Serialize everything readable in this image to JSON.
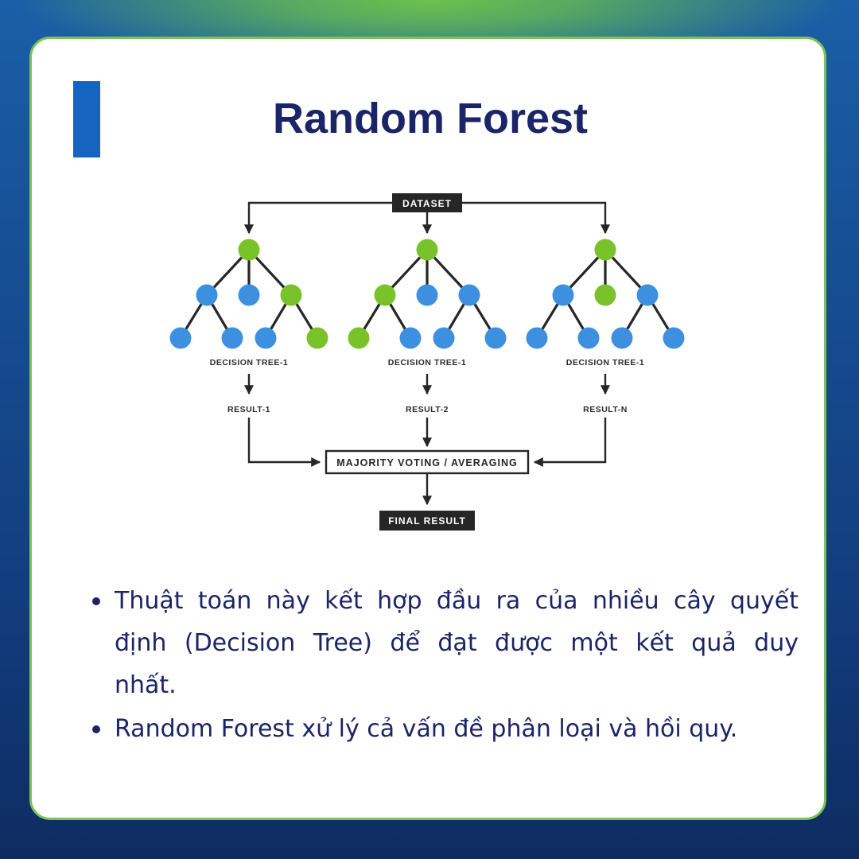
{
  "title": "Random Forest",
  "diagram": {
    "dataset_label": "DATASET",
    "trees": [
      {
        "label": "DECISION TREE-1",
        "result": "RESULT-1",
        "node_colors": [
          "green",
          "blue",
          "blue",
          "green",
          "blue",
          "blue",
          "blue",
          "green"
        ]
      },
      {
        "label": "DECISION TREE-1",
        "result": "RESULT-2",
        "node_colors": [
          "green",
          "green",
          "blue",
          "blue",
          "green",
          "blue",
          "blue",
          "blue"
        ]
      },
      {
        "label": "DECISION TREE-1",
        "result": "RESULT-N",
        "node_colors": [
          "green",
          "blue",
          "green",
          "blue",
          "blue",
          "blue",
          "blue",
          "blue"
        ]
      }
    ],
    "aggregate_label": "MAJORITY VOTING / AVERAGING",
    "final_label": "FINAL RESULT"
  },
  "bullets": [
    "Thuật toán này kết hợp đầu ra của nhiều cây quyết định (Decision Tree) để đạt được một kết quả duy nhất.",
    "Random Forest xử lý cả vấn đề phân loại và hồi quy."
  ],
  "colors": {
    "node_blue": "#3d8fe0",
    "node_green": "#79c22a",
    "title": "#1b2467",
    "accent_bar": "#1565c0",
    "card_border": "#7cc257"
  }
}
